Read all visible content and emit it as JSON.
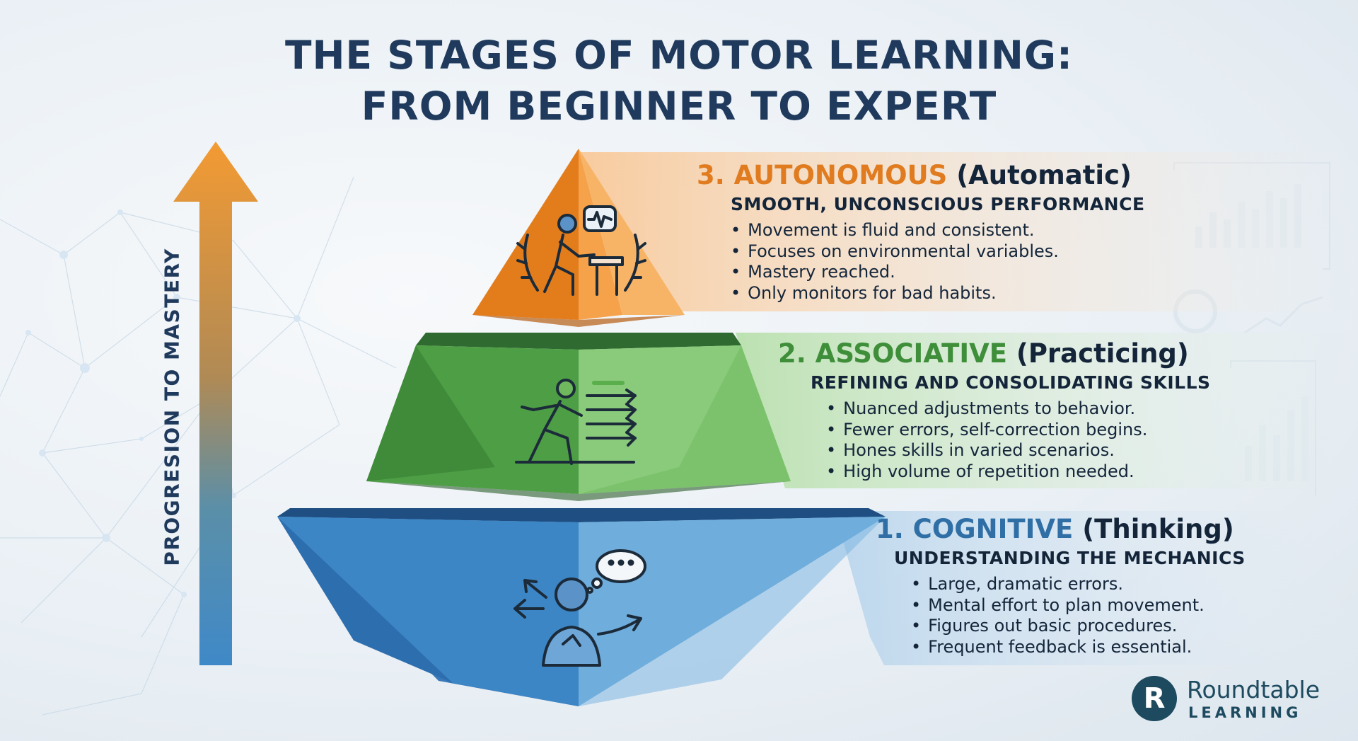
{
  "title": {
    "line1": "THE STAGES OF MOTOR LEARNING:",
    "line2": "FROM BEGINNER TO EXPERT"
  },
  "progress_axis": {
    "label": "PROGRESION TO MASTERY"
  },
  "stages": [
    {
      "number_name": "1. COGNITIVE",
      "paren": "(Thinking)",
      "subtitle": "UNDERSTANDING THE MECHANICS",
      "bullets": [
        "Large, dramatic errors.",
        "Mental effort to plan movement.",
        "Figures out basic procedures.",
        "Frequent feedback is essential."
      ],
      "icon": "thinking-person-icon",
      "color": "#3d86c6"
    },
    {
      "number_name": "2. ASSOCIATIVE",
      "paren": "(Practicing)",
      "subtitle": "REFINING AND CONSOLIDATING SKILLS",
      "bullets": [
        "Nuanced adjustments to behavior.",
        "Fewer errors, self-correction begins.",
        "Hones skills in varied scenarios.",
        "High volume of repetition needed."
      ],
      "icon": "practicing-person-icon",
      "color": "#5aae4b"
    },
    {
      "number_name": "3. AUTONOMOUS",
      "paren": "(Automatic)",
      "subtitle": "SMOOTH, UNCONSCIOUS PERFORMANCE",
      "bullets": [
        "Movement is fluid and consistent.",
        "Focuses on environmental variables.",
        "Mastery reached.",
        "Only monitors for bad habits."
      ],
      "icon": "expert-at-desk-icon",
      "color": "#f0922c"
    }
  ],
  "logo": {
    "mark": "R",
    "name": "Roundtable",
    "sub": "LEARNING"
  }
}
